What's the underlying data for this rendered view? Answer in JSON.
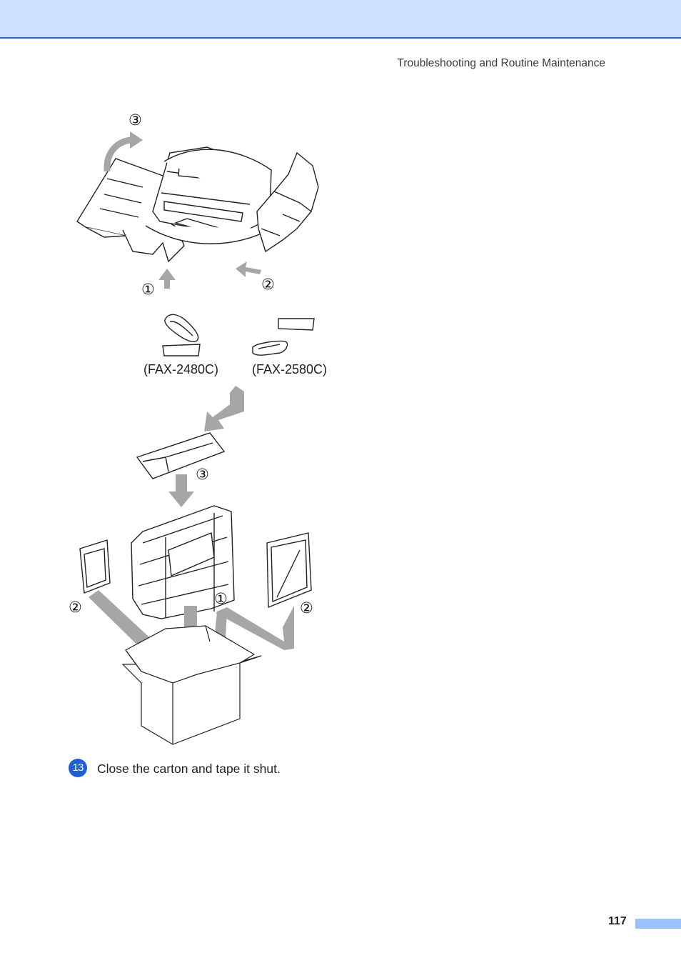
{
  "header": {
    "running_title": "Troubleshooting and Routine Maintenance"
  },
  "figure_top": {
    "callouts": {
      "c1": "①",
      "c2": "②",
      "c3": "③"
    },
    "models": {
      "left": "(FAX-2480C)",
      "right": "(FAX-2580C)"
    }
  },
  "figure_bottom": {
    "callouts": {
      "c1": "①",
      "c2_left": "②",
      "c2_right": "②",
      "c3": "③"
    }
  },
  "step": {
    "number": "13",
    "text": "Close the carton and tape it shut."
  },
  "footer": {
    "page_number": "117"
  },
  "colors": {
    "accent": "#1f5fd8",
    "band": "#cce0ff",
    "arrow": "#a6a6a6"
  }
}
